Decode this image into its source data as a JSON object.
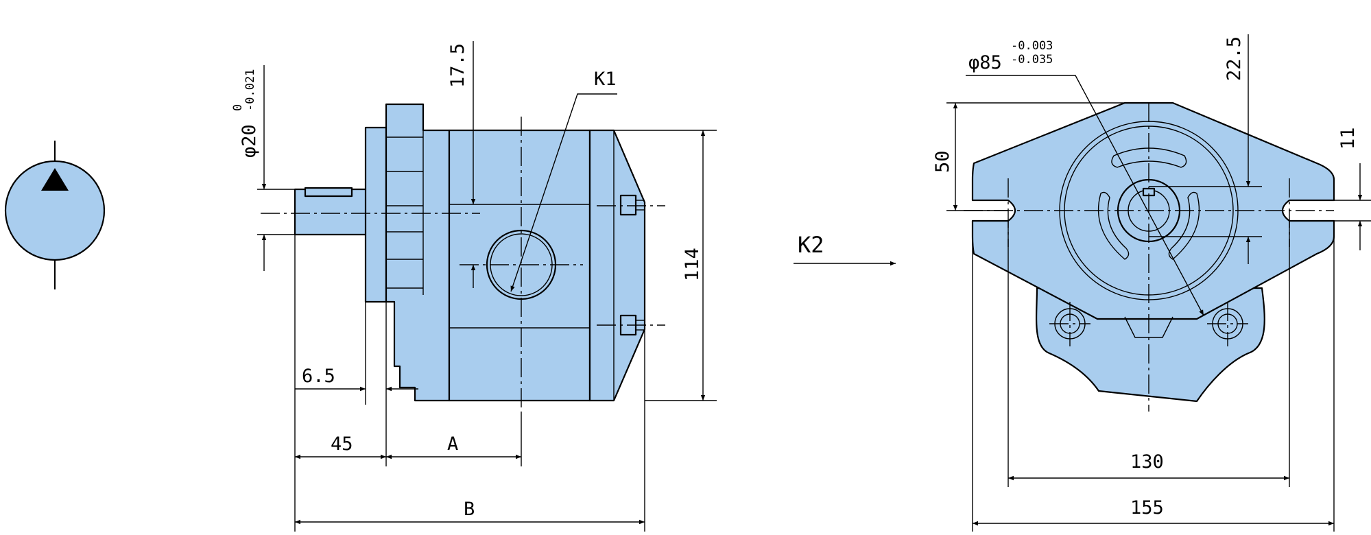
{
  "labels": {
    "k1": "K1",
    "k2": "K2",
    "dim_17_5": "17.5",
    "dim_114": "114",
    "dim_6_5": "6.5",
    "dim_45": "45",
    "dim_A": "A",
    "dim_B": "B",
    "dim_22_5": "22.5",
    "dim_11": "11",
    "dim_50": "50",
    "dim_130": "130",
    "dim_155": "155",
    "shaft_phi": "φ20",
    "shaft_tol_upper": "0",
    "shaft_tol_lower": "-0.021",
    "flange_phi": "φ85",
    "flange_tol_upper": "-0.003",
    "flange_tol_lower": "-0.035"
  },
  "colors": {
    "body": "#a9cdee",
    "line": "#000000"
  },
  "icons": {
    "pump_symbol": "hydraulic-pump-symbol-icon"
  }
}
